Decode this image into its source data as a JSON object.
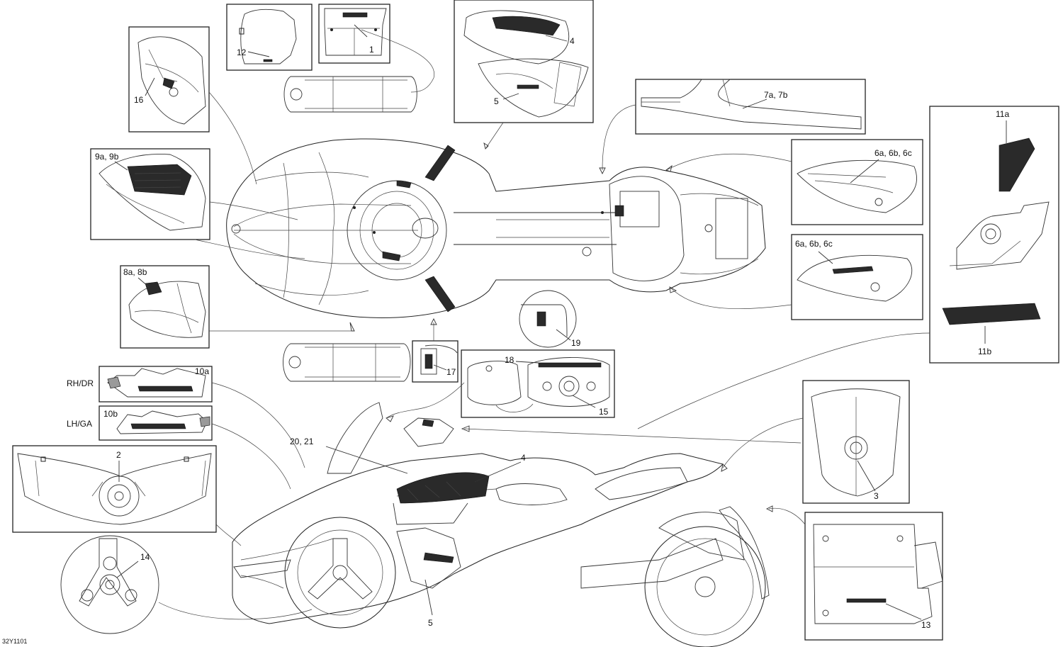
{
  "diagram": {
    "code": "32Y1101",
    "callouts": {
      "c1": "1",
      "c2": "2",
      "c3": "3",
      "c4a": "4",
      "c4b": "4",
      "c5a": "5",
      "c5b": "5",
      "c6a": "6a, 6b, 6c",
      "c6b": "6a, 6b, 6c",
      "c7": "7a, 7b",
      "c8": "8a, 8b",
      "c9": "9a, 9b",
      "c10a": "10a",
      "c10b": "10b",
      "c11a": "11a",
      "c11b": "11b",
      "c12": "12",
      "c13": "13",
      "c14": "14",
      "c15": "15",
      "c16": "16",
      "c17": "17",
      "c18": "18",
      "c19": "19",
      "c20": "20, 21"
    },
    "side_labels": {
      "rh": "RH/DR",
      "lh": "LH/GA"
    }
  }
}
